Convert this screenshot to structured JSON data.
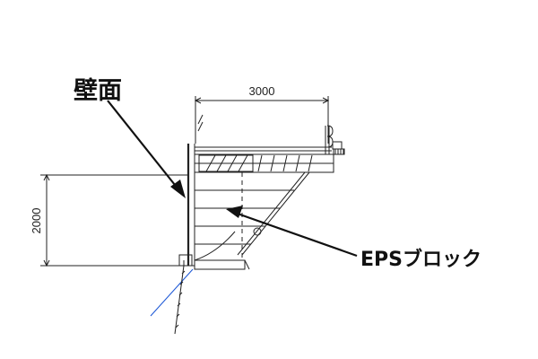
{
  "diagram": {
    "dimensions": {
      "width_label": "3000",
      "height_label": "2000"
    },
    "labels": {
      "wall": "壁面",
      "eps": "EPSブロック"
    },
    "colors": {
      "line": "#222222",
      "slope_line": "#1a56d6"
    }
  }
}
